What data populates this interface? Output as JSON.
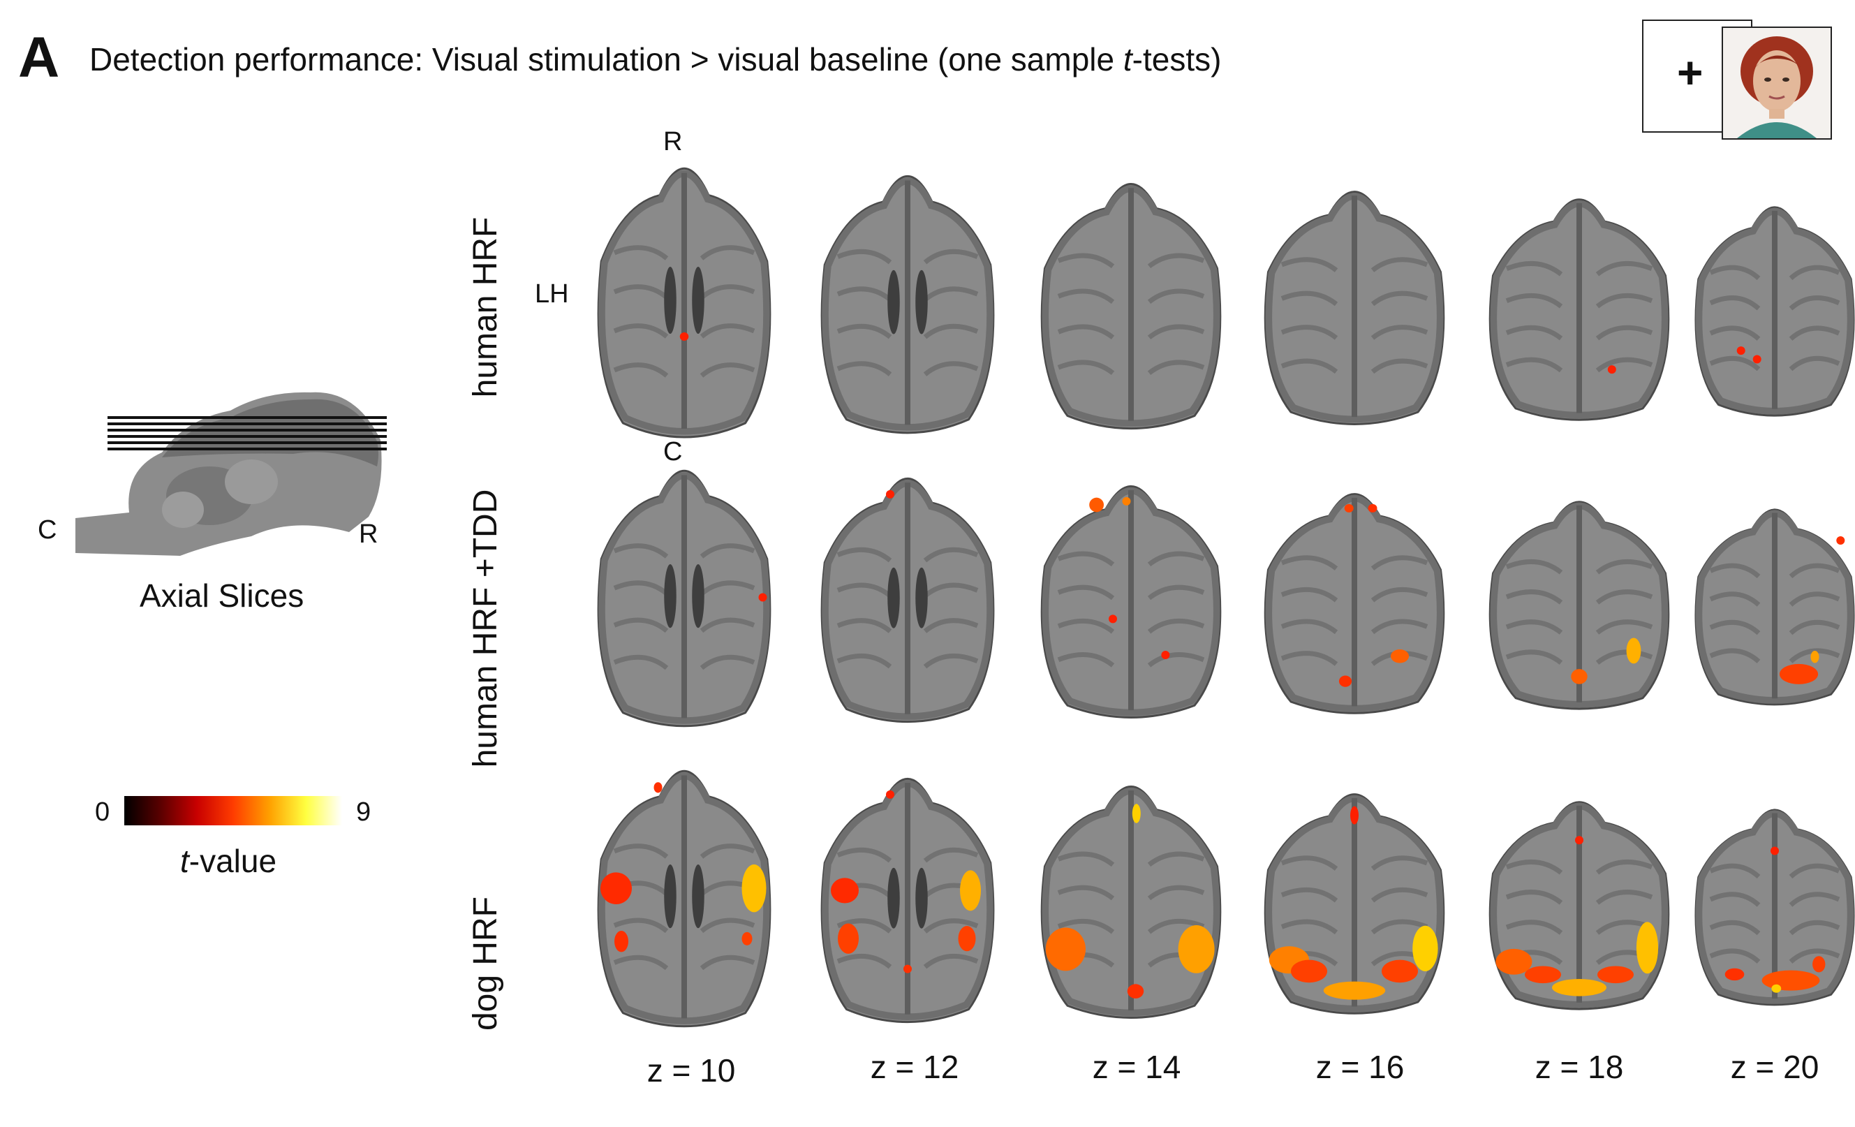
{
  "figure": {
    "panel_letter": "A",
    "title_before": "Detection performance: Visual stimulation > visual baseline (one sample ",
    "title_italic": "t",
    "title_after": "-tests)"
  },
  "stimulus": {
    "fixation": "+",
    "face_icon": "face-photo-icon"
  },
  "sagittal": {
    "label": "Axial Slices",
    "caudal": "C",
    "rostral": "R"
  },
  "orientation": {
    "top": "R",
    "bottom": "C",
    "left": "LH"
  },
  "colorbar": {
    "min_label": "0",
    "max_label": "9",
    "label_italic": "t",
    "label_rest": "-value",
    "colors": [
      "#000000",
      "#5a0000",
      "#c80000",
      "#ff3c00",
      "#ffa000",
      "#ffff40",
      "#ffffff"
    ]
  },
  "rows": [
    {
      "label": "human HRF"
    },
    {
      "label": "human HRF +TDD"
    },
    {
      "label": "dog HRF"
    }
  ],
  "slices": [
    "z = 10",
    "z = 12",
    "z = 14",
    "z = 16",
    "z = 18",
    "z = 20"
  ]
}
